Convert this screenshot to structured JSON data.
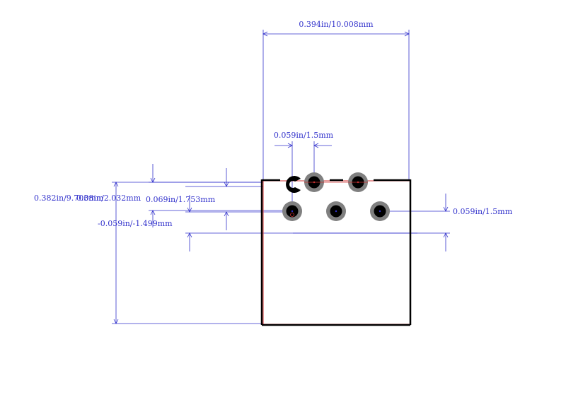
{
  "dimensions": {
    "top_width": "0.394in/10.008mm",
    "pin_pitch": "0.059in/1.5mm",
    "left_height": "0.382in/9.703mm",
    "offset_a": "0.08in/2.032mm",
    "offset_b": "0.069in/1.753mm",
    "offset_c": "-0.059in/-1.499mm",
    "right_spacing": "0.059in/1.5mm"
  },
  "colors": {
    "dimension": "#3333cc",
    "outline": "#000000",
    "outline_red": "#cc3333",
    "pad_ring": "#808080",
    "pad_hole": "#000000"
  },
  "icons": {
    "pin1_marker": "c-shape-pin1-marker",
    "pads": "plated-through-hole-pads"
  }
}
